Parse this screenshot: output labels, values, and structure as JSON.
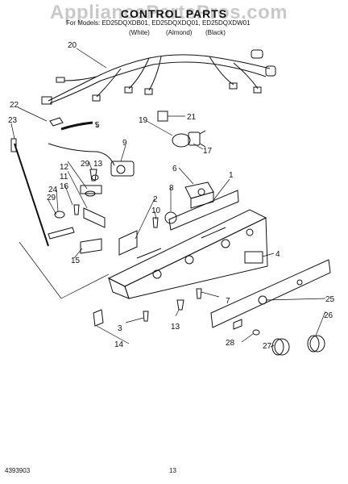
{
  "watermark": "AppliancePartsPros.com",
  "header": {
    "title": "CONTROL PARTS",
    "models": "For Models: ED25DQXDB01, ED25DQXDQ01, ED25DQXDW01",
    "colors": [
      "(White)",
      "(Almond)",
      "(Black)"
    ]
  },
  "callouts": [
    "1",
    "2",
    "3",
    "4",
    "5",
    "6",
    "7",
    "8",
    "9",
    "10",
    "11",
    "12",
    "13",
    "13",
    "14",
    "15",
    "16",
    "17",
    "19",
    "20",
    "21",
    "22",
    "23",
    "24",
    "25",
    "26",
    "27",
    "28",
    "29",
    "29"
  ],
  "footer": {
    "doc_number": "4393903",
    "page": "13"
  }
}
